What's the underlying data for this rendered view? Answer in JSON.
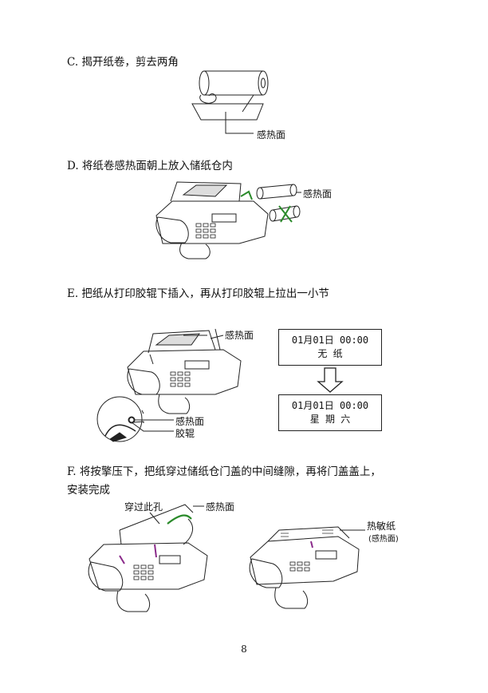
{
  "steps": {
    "c": "C. 揭开纸卷，剪去两角",
    "d": "D. 将纸卷感热面朝上放入储纸仓内",
    "e": "E. 把纸从打印胶辊下插入，再从打印胶辊上拉出一小节",
    "f_line1": "F. 将按擎压下，把纸穿过储纸仓门盖的中间缝隙，再将门盖盖上，",
    "f_line2": "安装完成"
  },
  "labels": {
    "c_thermal": "感热面",
    "d_thermal": "感热面",
    "e_thermal_top": "感热面",
    "e_thermal_bottom": "感热面",
    "e_roller": "胶辊",
    "f_hole": "穿过此孔",
    "f_thermal": "感热面",
    "f_paper": "热敏纸",
    "f_paper_sub": "(感热面)"
  },
  "lcd": {
    "top_line1": "01月01日  00:00",
    "top_line2": "无    纸",
    "bottom_line1": "01月01日  00:00",
    "bottom_line2": "星  期  六"
  },
  "page_number": "8"
}
